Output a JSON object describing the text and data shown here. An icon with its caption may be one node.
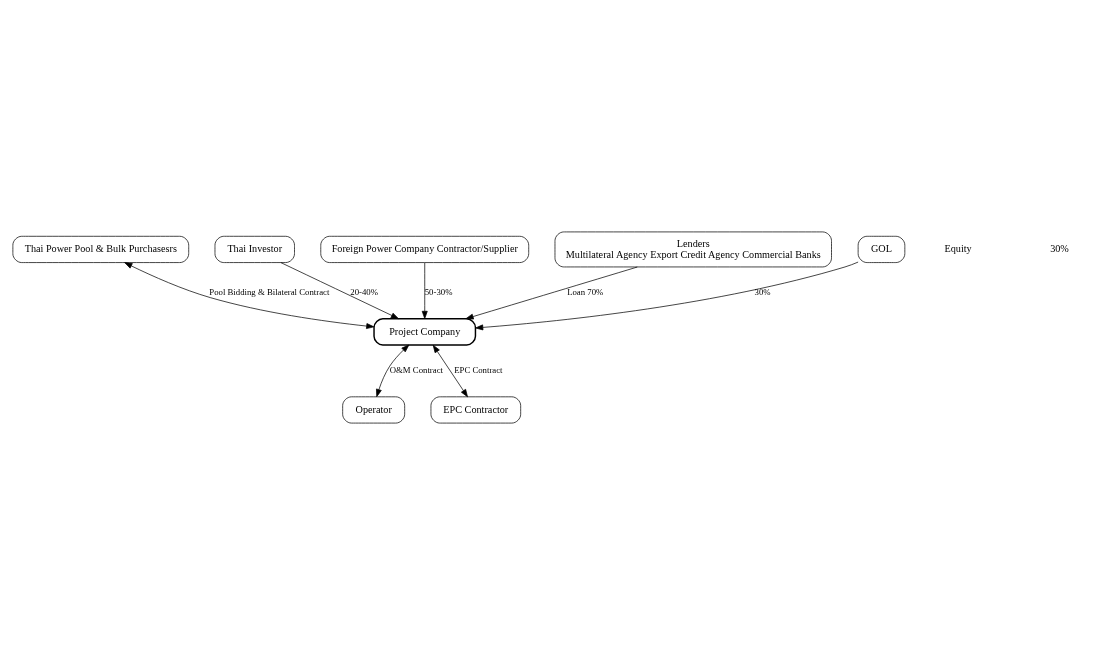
{
  "diagram": {
    "nodes": [
      {
        "text": [
          "Thai Power Pool & Bulk Purchasesrs"
        ]
      },
      {
        "text": [
          "Thai Investor"
        ]
      },
      {
        "text": [
          "Foreign Power Company Contractor/Supplier"
        ]
      },
      {
        "text": [
          "Lenders",
          "Multilateral Agency Export Credit Agency Commercial Banks"
        ]
      },
      {
        "text": [
          "Project Company"
        ]
      },
      {
        "text": [
          "GOL"
        ]
      },
      {
        "text": [
          "Operator"
        ]
      },
      {
        "text": [
          "EPC Contractor"
        ]
      }
    ],
    "edges": [
      {
        "from": 0,
        "to": 4,
        "arrow": "both",
        "label": "Pool Bidding & Bilateral Contract"
      },
      {
        "from": 3,
        "to": 4,
        "arrow": "to",
        "label": "Loan 70%"
      },
      {
        "from": 1,
        "to": 4,
        "arrow": "to",
        "label": "20-40%"
      },
      {
        "from": 2,
        "to": 4,
        "arrow": "to",
        "label": "50-30%"
      },
      {
        "from": 5,
        "to": 4,
        "arrow": "to",
        "label": "30%"
      },
      {
        "from": 4,
        "to": 6,
        "arrow": "both",
        "label": "O&M Contract"
      },
      {
        "from": 4,
        "to": 7,
        "arrow": "both",
        "label": "EPC Contract"
      }
    ],
    "labels": [
      "Equity",
      "30%"
    ]
  }
}
